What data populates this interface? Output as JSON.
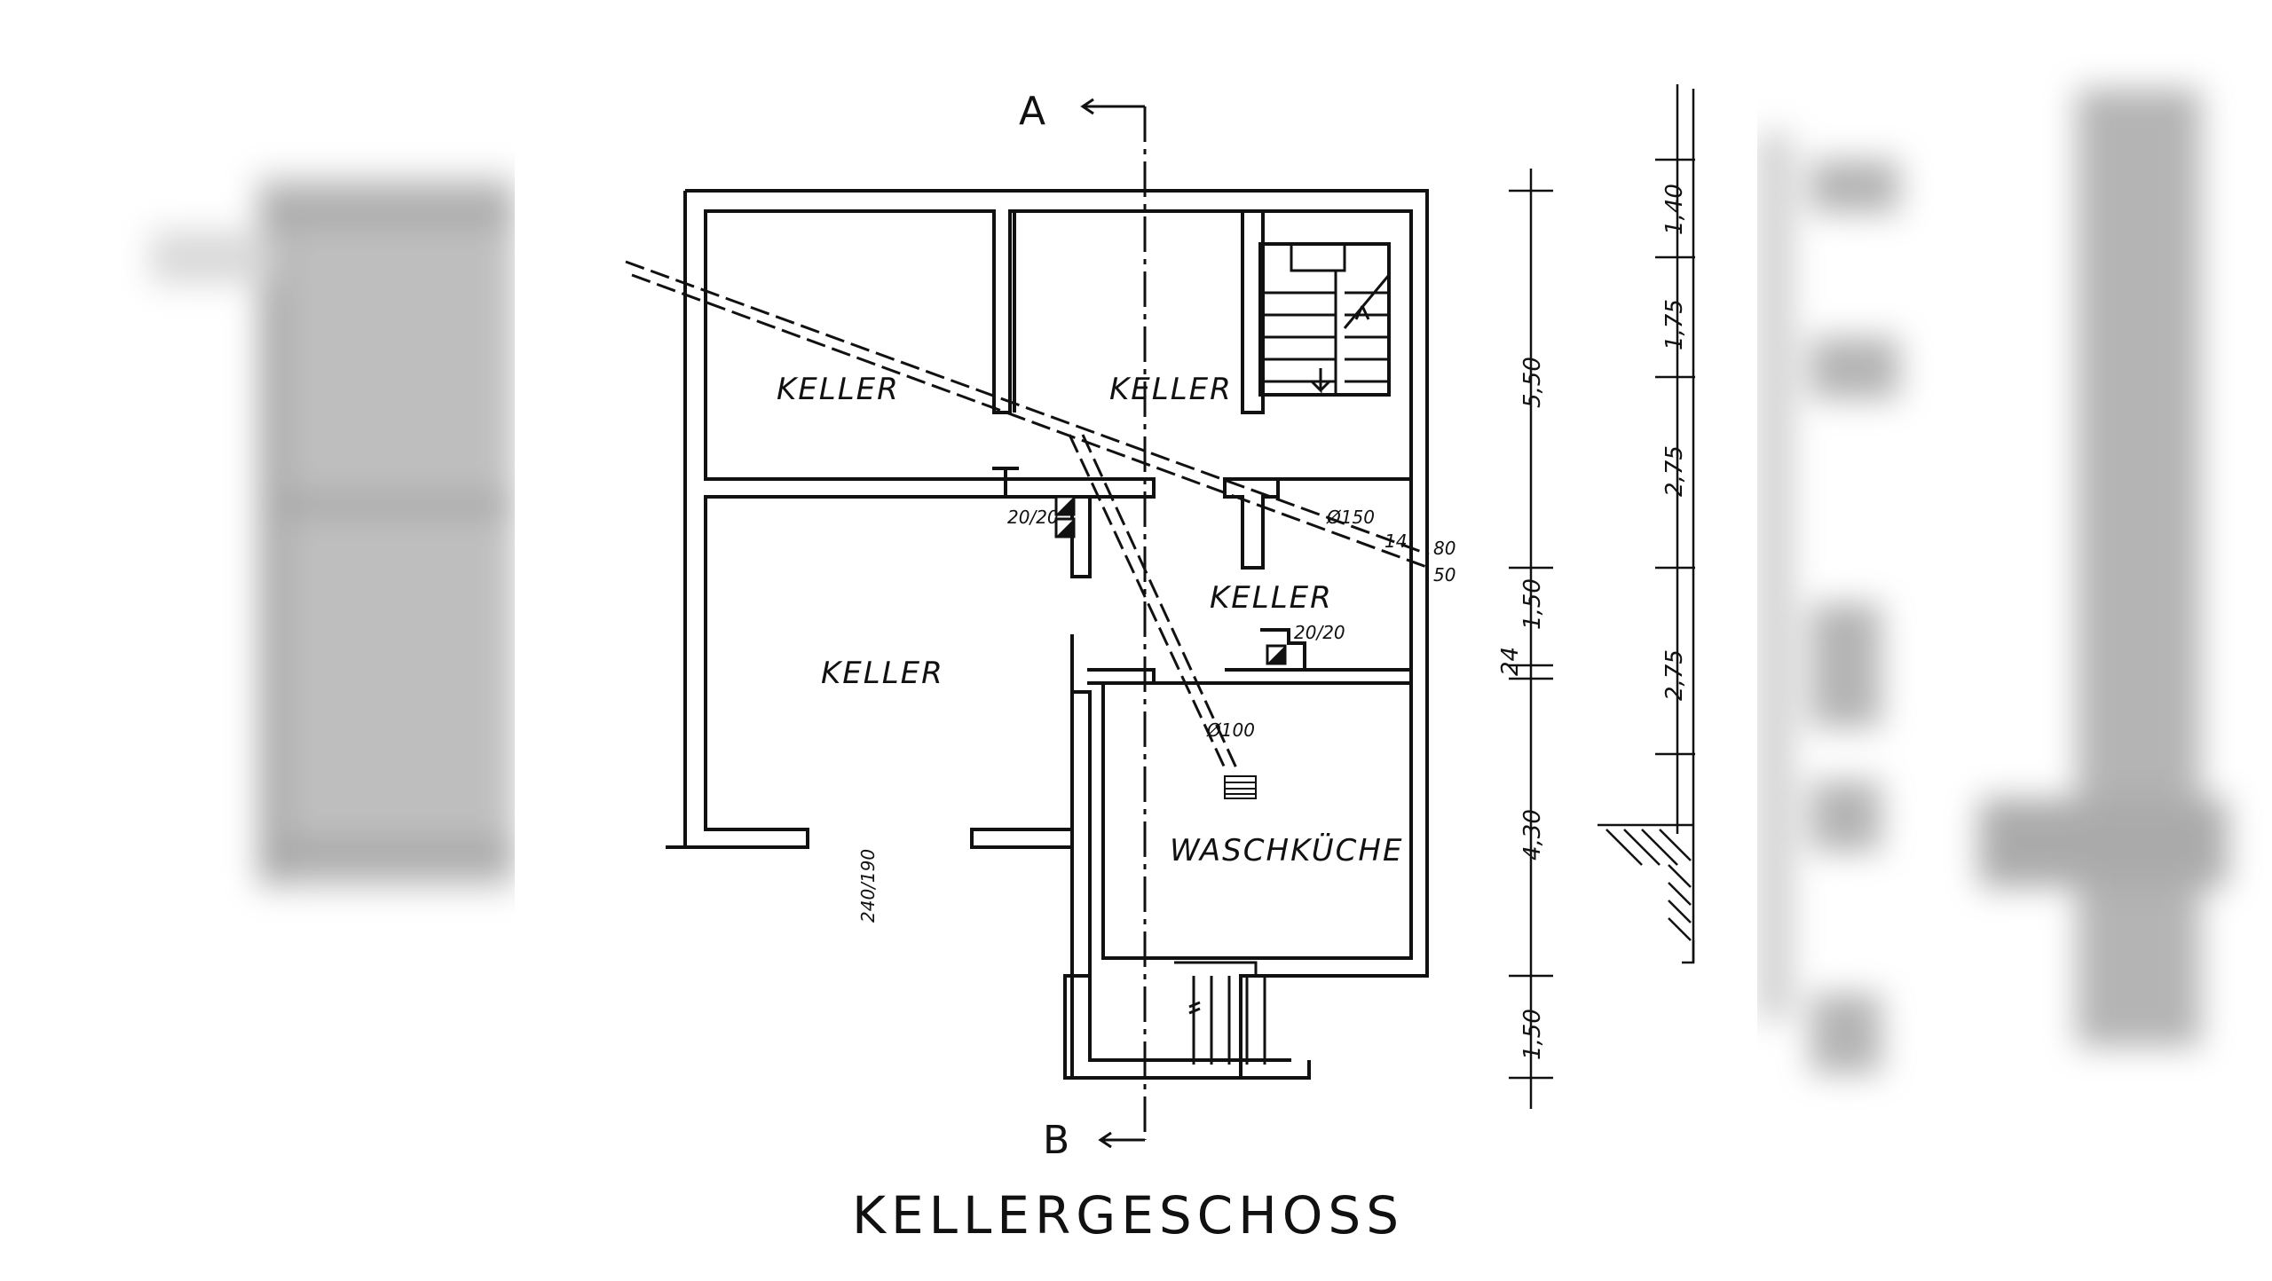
{
  "drawing": {
    "title": "KELLERGESCHOSS",
    "section_markers": {
      "top": "A",
      "bottom": "B"
    },
    "rooms": {
      "keller_top_left": "KELLER",
      "keller_top_middle": "KELLER",
      "keller_middle_right": "KELLER",
      "keller_large_left": "KELLER",
      "waschkueche": "WASCHKÜCHE"
    },
    "annotations": {
      "chimney_left": "20/20",
      "chimney_right": "20/20",
      "pipe_150": "Ø150",
      "pipe_14": "14",
      "pipe_100": "Ø100",
      "window_80": "80",
      "window_50": "50",
      "door_opening": "240/190"
    },
    "dimensions_left_chain": [
      "5,50",
      "1,50",
      "24",
      "4,30",
      "1,50"
    ],
    "dimensions_right_chain": [
      "1,40",
      "1,75",
      "2,75",
      "2,75"
    ]
  },
  "colors": {
    "ink": "#111111",
    "background": "#ffffff",
    "blur_shade": "#9a9a9a"
  }
}
